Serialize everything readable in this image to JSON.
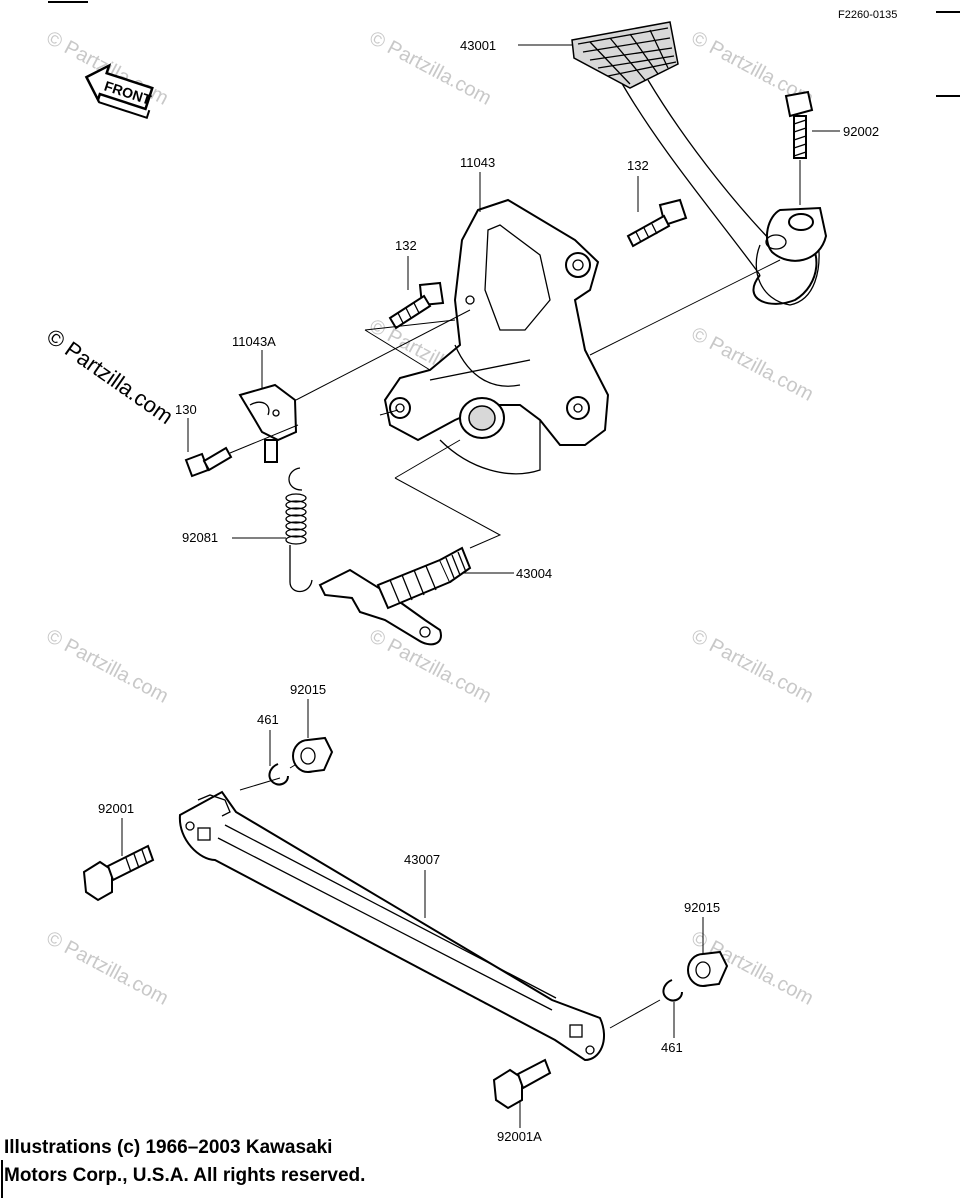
{
  "figure_code": "F2260-0135",
  "front_arrow_label": "FRONT",
  "watermark_text": "© Partzilla.com",
  "part_labels": {
    "p43001": "43001",
    "p92002": "92002",
    "p11043": "11043",
    "p132a": "132",
    "p132b": "132",
    "p11043A": "11043A",
    "p130": "130",
    "p92081": "92081",
    "p43004": "43004",
    "p92015a": "92015",
    "p461a": "461",
    "p92001": "92001",
    "p43007": "43007",
    "p92015b": "92015",
    "p461b": "461",
    "p92001A": "92001A"
  },
  "copyright": {
    "line1": "Illustrations (c) 1966–2003 Kawasaki",
    "line2": "Motors Corp., U.S.A.  All rights reserved."
  }
}
